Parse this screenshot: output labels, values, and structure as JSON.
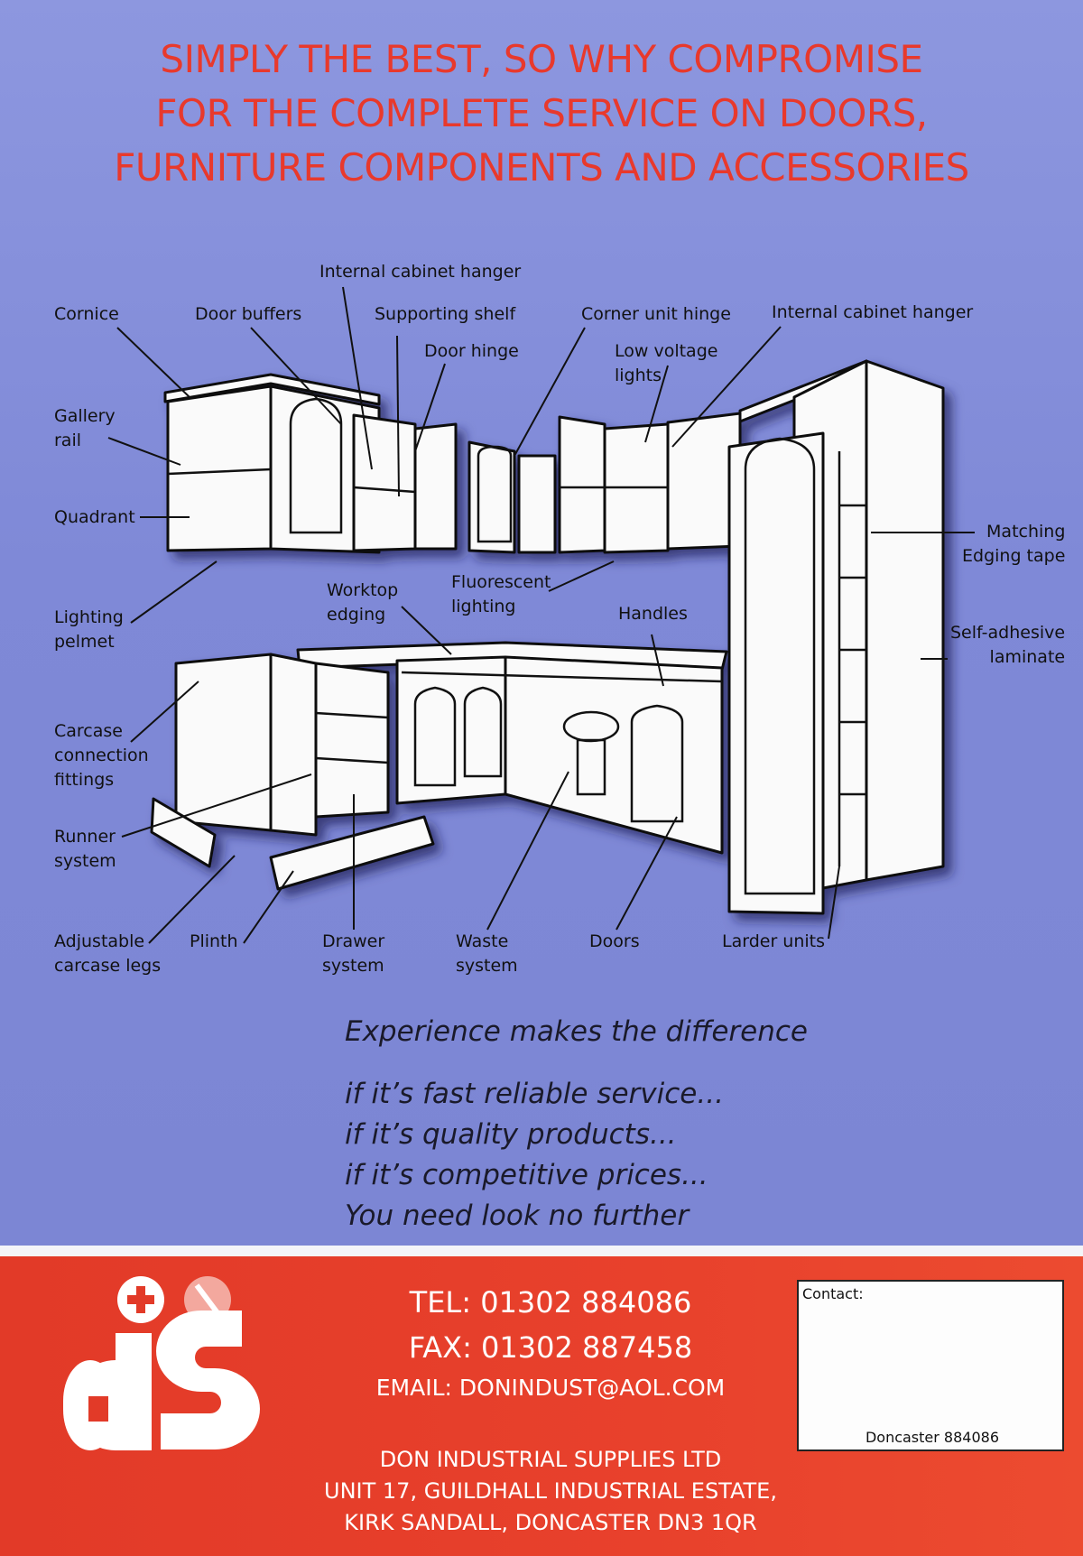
{
  "headline": [
    "SIMPLY THE BEST, SO WHY COMPROMISE",
    "FOR THE COMPLETE SERVICE ON DOORS,",
    "FURNITURE COMPONENTS AND ACCESSORIES"
  ],
  "labels": {
    "internal_hanger_top": "Internal cabinet hanger",
    "cornice": "Cornice",
    "door_buffers": "Door buffers",
    "supporting_shelf": "Supporting shelf",
    "corner_unit_hinge": "Corner unit hinge",
    "internal_hanger_right": "Internal cabinet hanger",
    "door_hinge": "Door hinge",
    "low_voltage": [
      "Low voltage",
      "lights"
    ],
    "gallery_rail": [
      "Gallery",
      "rail"
    ],
    "quadrant": "Quadrant",
    "matching_edging": [
      "Matching",
      "Edging tape"
    ],
    "lighting_pelmet": [
      "Lighting",
      "pelmet"
    ],
    "worktop_edging": [
      "Worktop",
      "edging"
    ],
    "fluorescent": [
      "Fluorescent",
      "lighting"
    ],
    "handles": "Handles",
    "self_adhesive": [
      "Self-adhesive",
      "laminate"
    ],
    "carcase_connection": [
      "Carcase",
      "connection",
      "fittings"
    ],
    "runner_system": [
      "Runner",
      "system"
    ],
    "adjustable_legs": [
      "Adjustable",
      "carcase legs"
    ],
    "plinth": "Plinth",
    "drawer_system": [
      "Drawer",
      "system"
    ],
    "waste_system": [
      "Waste",
      "system"
    ],
    "doors": "Doors",
    "larder_units": "Larder units"
  },
  "tagline": "Experience makes the difference",
  "points": [
    "if it’s fast reliable service...",
    "if it’s quality products...",
    "if it’s competitive prices...",
    "You need look no further"
  ],
  "footer": {
    "tel": "TEL: 01302 884086",
    "fax": "FAX: 01302 887458",
    "email": "EMAIL: DONINDUST@AOL.COM",
    "address": [
      "DON INDUSTRIAL SUPPLIES LTD",
      "UNIT 17, GUILDHALL INDUSTRIAL ESTATE,",
      "KIRK SANDALL, DONCASTER DN3 1QR"
    ],
    "contact_label": "Contact:",
    "contact_stamp": "Doncaster 884086",
    "logo_text": "ds"
  },
  "colors": {
    "background": "#7f89d6",
    "headline": "#e8392c",
    "footer": "#e23a28"
  }
}
